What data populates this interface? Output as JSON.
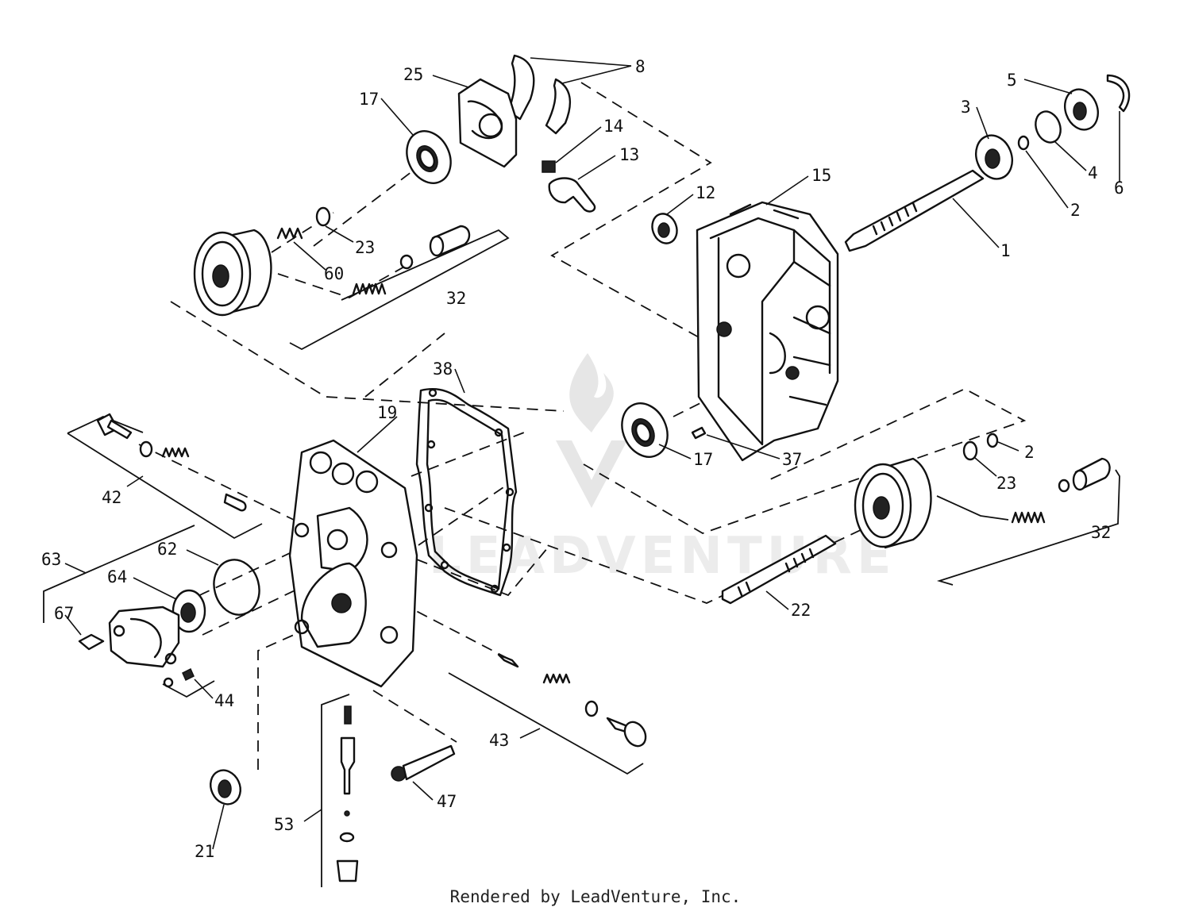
{
  "footer": "Rendered by LeadVenture, Inc.",
  "watermark": "LEADVENTURE",
  "colors": {
    "line": "#111111",
    "background": "#ffffff",
    "watermark": "#e6e6e6"
  },
  "callouts": [
    {
      "id": "c8",
      "text": "8"
    },
    {
      "id": "c25",
      "text": "25"
    },
    {
      "id": "c17a",
      "text": "17"
    },
    {
      "id": "c14",
      "text": "14"
    },
    {
      "id": "c13",
      "text": "13"
    },
    {
      "id": "c5",
      "text": "5"
    },
    {
      "id": "c3",
      "text": "3"
    },
    {
      "id": "c4",
      "text": "4"
    },
    {
      "id": "c6",
      "text": "6"
    },
    {
      "id": "c2a",
      "text": "2"
    },
    {
      "id": "c1",
      "text": "1"
    },
    {
      "id": "c15",
      "text": "15"
    },
    {
      "id": "c12",
      "text": "12"
    },
    {
      "id": "c23a",
      "text": "23"
    },
    {
      "id": "c60",
      "text": "60"
    },
    {
      "id": "c32a",
      "text": "32"
    },
    {
      "id": "c38",
      "text": "38"
    },
    {
      "id": "c19",
      "text": "19"
    },
    {
      "id": "c17b",
      "text": "17"
    },
    {
      "id": "c37",
      "text": "37"
    },
    {
      "id": "c2b",
      "text": "2"
    },
    {
      "id": "c23b",
      "text": "23"
    },
    {
      "id": "c32b",
      "text": "32"
    },
    {
      "id": "c22",
      "text": "22"
    },
    {
      "id": "c42",
      "text": "42"
    },
    {
      "id": "c63",
      "text": "63"
    },
    {
      "id": "c62",
      "text": "62"
    },
    {
      "id": "c64",
      "text": "64"
    },
    {
      "id": "c67",
      "text": "67"
    },
    {
      "id": "c44",
      "text": "44"
    },
    {
      "id": "c43",
      "text": "43"
    },
    {
      "id": "c47",
      "text": "47"
    },
    {
      "id": "c53",
      "text": "53"
    },
    {
      "id": "c21",
      "text": "21"
    }
  ]
}
